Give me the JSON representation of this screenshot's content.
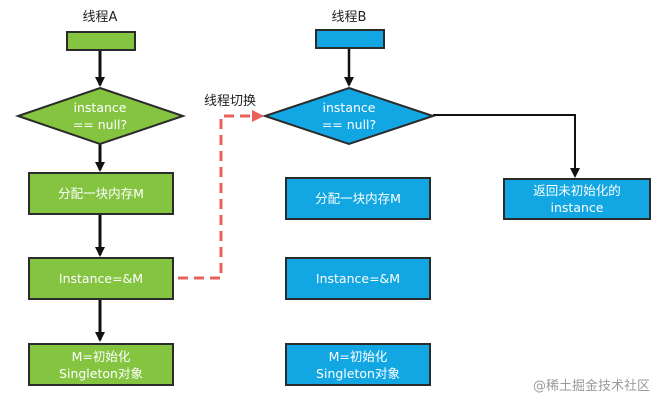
{
  "colors": {
    "thread_a": "#84c441",
    "thread_b": "#12a7e3",
    "switch_arrow": "#e8615a",
    "border": "#2b2b2b"
  },
  "thread_a": {
    "title": "线程A",
    "decision": {
      "line1": "instance",
      "line2": "== null?"
    },
    "steps": [
      "分配一块内存M",
      "Instance=&M"
    ],
    "final": {
      "line1": "M=初始化",
      "line2": "Singleton对象"
    }
  },
  "thread_b": {
    "title": "线程B",
    "decision": {
      "line1": "instance",
      "line2": "== null?"
    },
    "steps": [
      "分配一块内存M",
      "Instance=&M"
    ],
    "final": {
      "line1": "M=初始化",
      "line2": "Singleton对象"
    },
    "return_box": {
      "line1": "返回未初始化的",
      "line2": "instance"
    }
  },
  "switch_label": "线程切换",
  "watermark": "@稀土掘金技术社区"
}
